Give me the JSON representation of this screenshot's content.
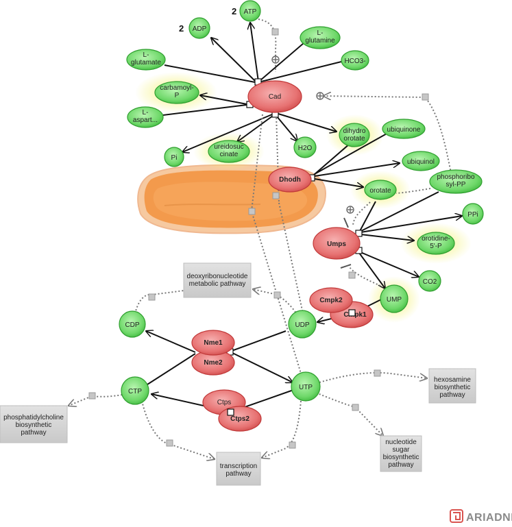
{
  "brand": {
    "name": "ARIADNE",
    "icon": "ariadne-maze-icon"
  },
  "colors": {
    "metabolite_fill": "#7ee07a",
    "metabolite_stroke": "#2e9e2e",
    "enzyme_fill": "#e86f6f",
    "enzyme_stroke": "#c03838",
    "pathway_fill": "#d3d3d3",
    "highlight": "#f2f28a",
    "edge": "#111111",
    "dotted_edge": "#777777",
    "mito_outer": "#f4a860",
    "mito_inner": "#e8893a"
  },
  "nodes": {
    "atp": "ATP",
    "adp": "ADP",
    "l_glutamine": "L-\nglutamine",
    "hco3": "HCO3-",
    "l_glutamate": "L-\nglutamate",
    "carbamoyl_p": "carbamoyl-\nP",
    "l_aspart": "L-\naspart...",
    "cad": "Cad",
    "pi": "Pi",
    "ureidosuccinate": "ureidosuc\ncinate",
    "h2o": "H2O",
    "dihydroorotate": "dihydro\norotate",
    "ubiquinone": "ubiquinone",
    "ubiquinol": "ubiquinol",
    "dhodh": "Dhodh",
    "orotate": "orotate",
    "phosphoribosyl_pp": "phosphoribo\nsyl-PP",
    "ppi": "PPi",
    "umps": "Umps",
    "orotidine_5p": "orotidine-\n5'-P",
    "co2": "CO2",
    "ump": "UMP",
    "cmpk2": "Cmpk2",
    "cmpk1": "Cmpk1",
    "udp": "UDP",
    "cdp": "CDP",
    "nme1": "Nme1",
    "nme2": "Nme2",
    "ctp": "CTP",
    "utp": "UTP",
    "ctps": "Ctps",
    "ctps2": "Ctps2"
  },
  "pathways": {
    "deoxyribonucleotide": "deoxyribonucleotide\nmetabolic pathway",
    "hexosamine": "hexosamine\nbiosynthetic\npathway",
    "phosphatidylcholine": "phosphatidylcholine\nbiosynthetic\npathway",
    "transcription": "transcription\npathway",
    "nucleotide_sugar": "nucleotide\nsugar\nbiosynthetic\npathway"
  },
  "stoichiometry": {
    "atp": "2",
    "adp": "2"
  }
}
